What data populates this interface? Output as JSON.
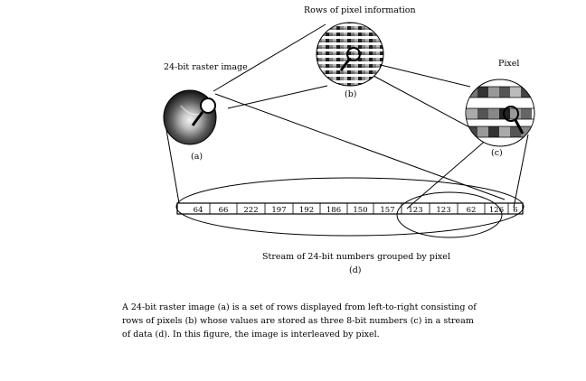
{
  "labels": {
    "raster_title": "24-bit raster image",
    "raster_tag": "(a)",
    "rows_title": "Rows of pixel information",
    "rows_tag": "(b)",
    "pixel_title": "Pixel",
    "pixel_tag": "(c)",
    "stream_title": "Stream of 24-bit numbers grouped by pixel",
    "stream_tag": "(d)"
  },
  "stream_values": [
    "64",
    "66",
    "222",
    "197",
    "192",
    "186",
    "150",
    "157",
    "123",
    "123",
    "62",
    "126",
    "6"
  ],
  "caption": "A 24-bit raster image (a) is a set of rows displayed from left-to-right consisting of rows of pixels (b) whose values are stored as three 8-bit numbers (c) in a stream of data (d). In this figure, the image is interleaved by pixel."
}
